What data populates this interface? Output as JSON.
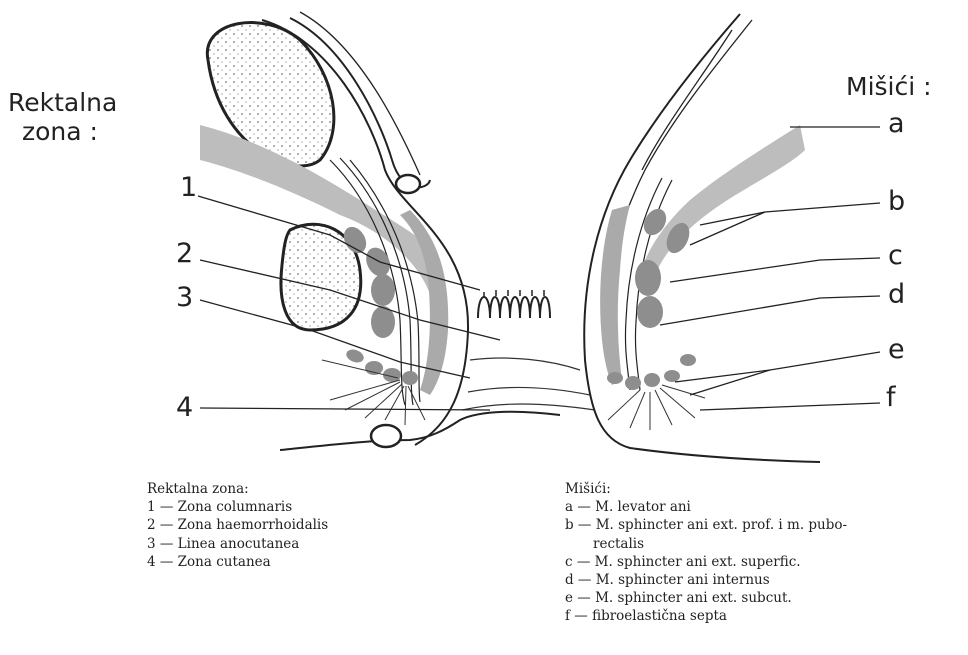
{
  "labels": {
    "rectal_zone_title_line1": "Rektalna",
    "rectal_zone_title_line2": "zona :",
    "muscles_title": "Mišići :",
    "numbers": [
      "1",
      "2",
      "3",
      "4"
    ],
    "letters": [
      "a",
      "b",
      "c",
      "d",
      "e",
      "f"
    ]
  },
  "legend_left": {
    "heading": "Rektalna zona:",
    "items": [
      "1 — Zona columnaris",
      "2 — Zona haemorrhoidalis",
      "3 — Linea anocutanea",
      "4 — Zona cutanea"
    ]
  },
  "legend_right": {
    "heading": "Mišići:",
    "items": [
      "a — M. levator ani",
      "b — M. sphincter ani ext. prof. i m. pubo-",
      "rectalis",
      "c — M. sphincter ani ext. superfic.",
      "d — M. sphincter ani internus",
      "e — M. sphincter ani ext. subcut.",
      "f — fibroelastična septa"
    ]
  }
}
